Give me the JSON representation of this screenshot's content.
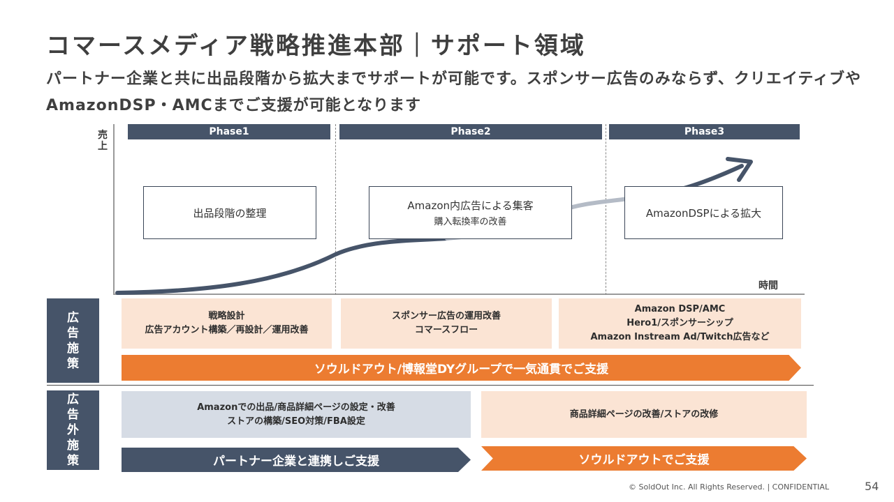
{
  "title": "コマースメディア戦略推進本部｜サポート領域",
  "subtitle": "パートナー企業と共に出品段階から拡大までサポートが可能です。スポンサー広告のみならず、クリエイティブやAmazonDSP・AMCまでご支援が可能となります",
  "chart": {
    "y_label": "売上",
    "x_label": "時間",
    "phases": [
      "Phase1",
      "Phase2",
      "Phase3"
    ],
    "stages": [
      {
        "main": "出品段階の整理",
        "sub": ""
      },
      {
        "main": "Amazon内広告による集客",
        "sub": "購入転換率の改善"
      },
      {
        "main": "AmazonDSPによる拡大",
        "sub": ""
      }
    ]
  },
  "ad_measures": {
    "label": "広告施策",
    "cells": [
      [
        "戦略設計",
        "広告アカウント構築／再設計／運用改善"
      ],
      [
        "スポンサー広告の運用改善",
        "コマースフロー"
      ],
      [
        "Amazon DSP/AMC",
        "Hero1/スポンサーシップ",
        "Amazon Instream Ad/Twitch広告など"
      ]
    ],
    "arrow": "ソウルドアウト/博報堂DYグループで一気通貫でご支援"
  },
  "non_ad_measures": {
    "label": "広告外施策",
    "cells": [
      [
        "Amazonでの出品/商品詳細ページの設定・改善",
        "ストアの構築/SEO対策/FBA設定"
      ],
      [
        "商品詳細ページの改善/ストアの改修"
      ]
    ],
    "arrows": [
      "パートナー企業と連携しご支援",
      "ソウルドアウトでご支援"
    ]
  },
  "colors": {
    "navy": "#465469",
    "orange": "#ec7c31",
    "peach": "#fbe4d4",
    "light_gray_blue": "#d6dce5"
  },
  "footer": "© SoldOut Inc. All Rights Reserved. | CONFIDENTIAL",
  "page_number": "54"
}
